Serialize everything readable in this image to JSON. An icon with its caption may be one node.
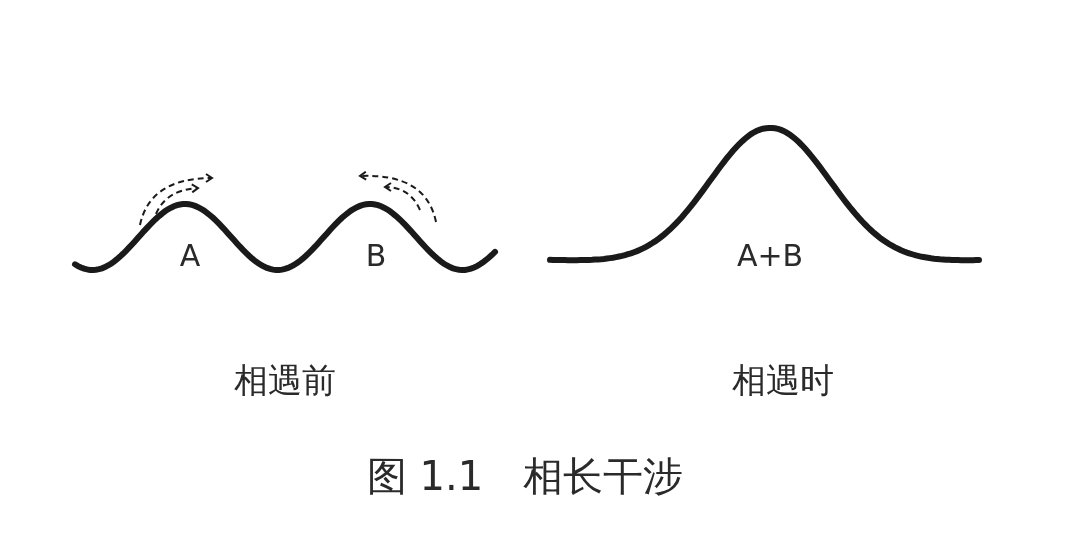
{
  "diagram": {
    "caption": "图 1.1　相长干涉",
    "labels": [
      "A",
      "B",
      "A+B",
      "相遇前",
      "相遇时"
    ]
  }
}
